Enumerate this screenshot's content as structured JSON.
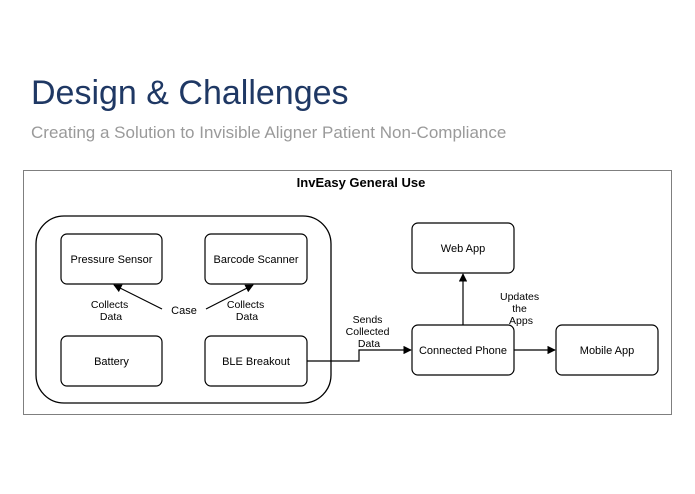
{
  "slide": {
    "title": "Design & Challenges",
    "subtitle": "Creating a Solution to Invisible Aligner Patient Non-Compliance"
  },
  "diagram": {
    "heading": "InvEasy General Use",
    "case_label": "Case",
    "nodes": {
      "pressure_sensor": "Pressure Sensor",
      "barcode_scanner": "Barcode Scanner",
      "battery": "Battery",
      "ble_breakout": "BLE Breakout",
      "web_app": "Web App",
      "connected_phone": "Connected Phone",
      "mobile_app": "Mobile App"
    },
    "edge_labels": {
      "collects_data_left": [
        "Collects",
        "Data"
      ],
      "collects_data_right": [
        "Collects",
        "Data"
      ],
      "sends_collected_data": [
        "Sends",
        "Collected",
        "Data"
      ],
      "updates_the_apps": [
        "Updates",
        "the",
        "Apps"
      ]
    },
    "colors": {
      "title": "#1f3864",
      "subtitle": "#9a9a9a",
      "stroke": "#000000",
      "frame": "#7f7f7f"
    }
  }
}
